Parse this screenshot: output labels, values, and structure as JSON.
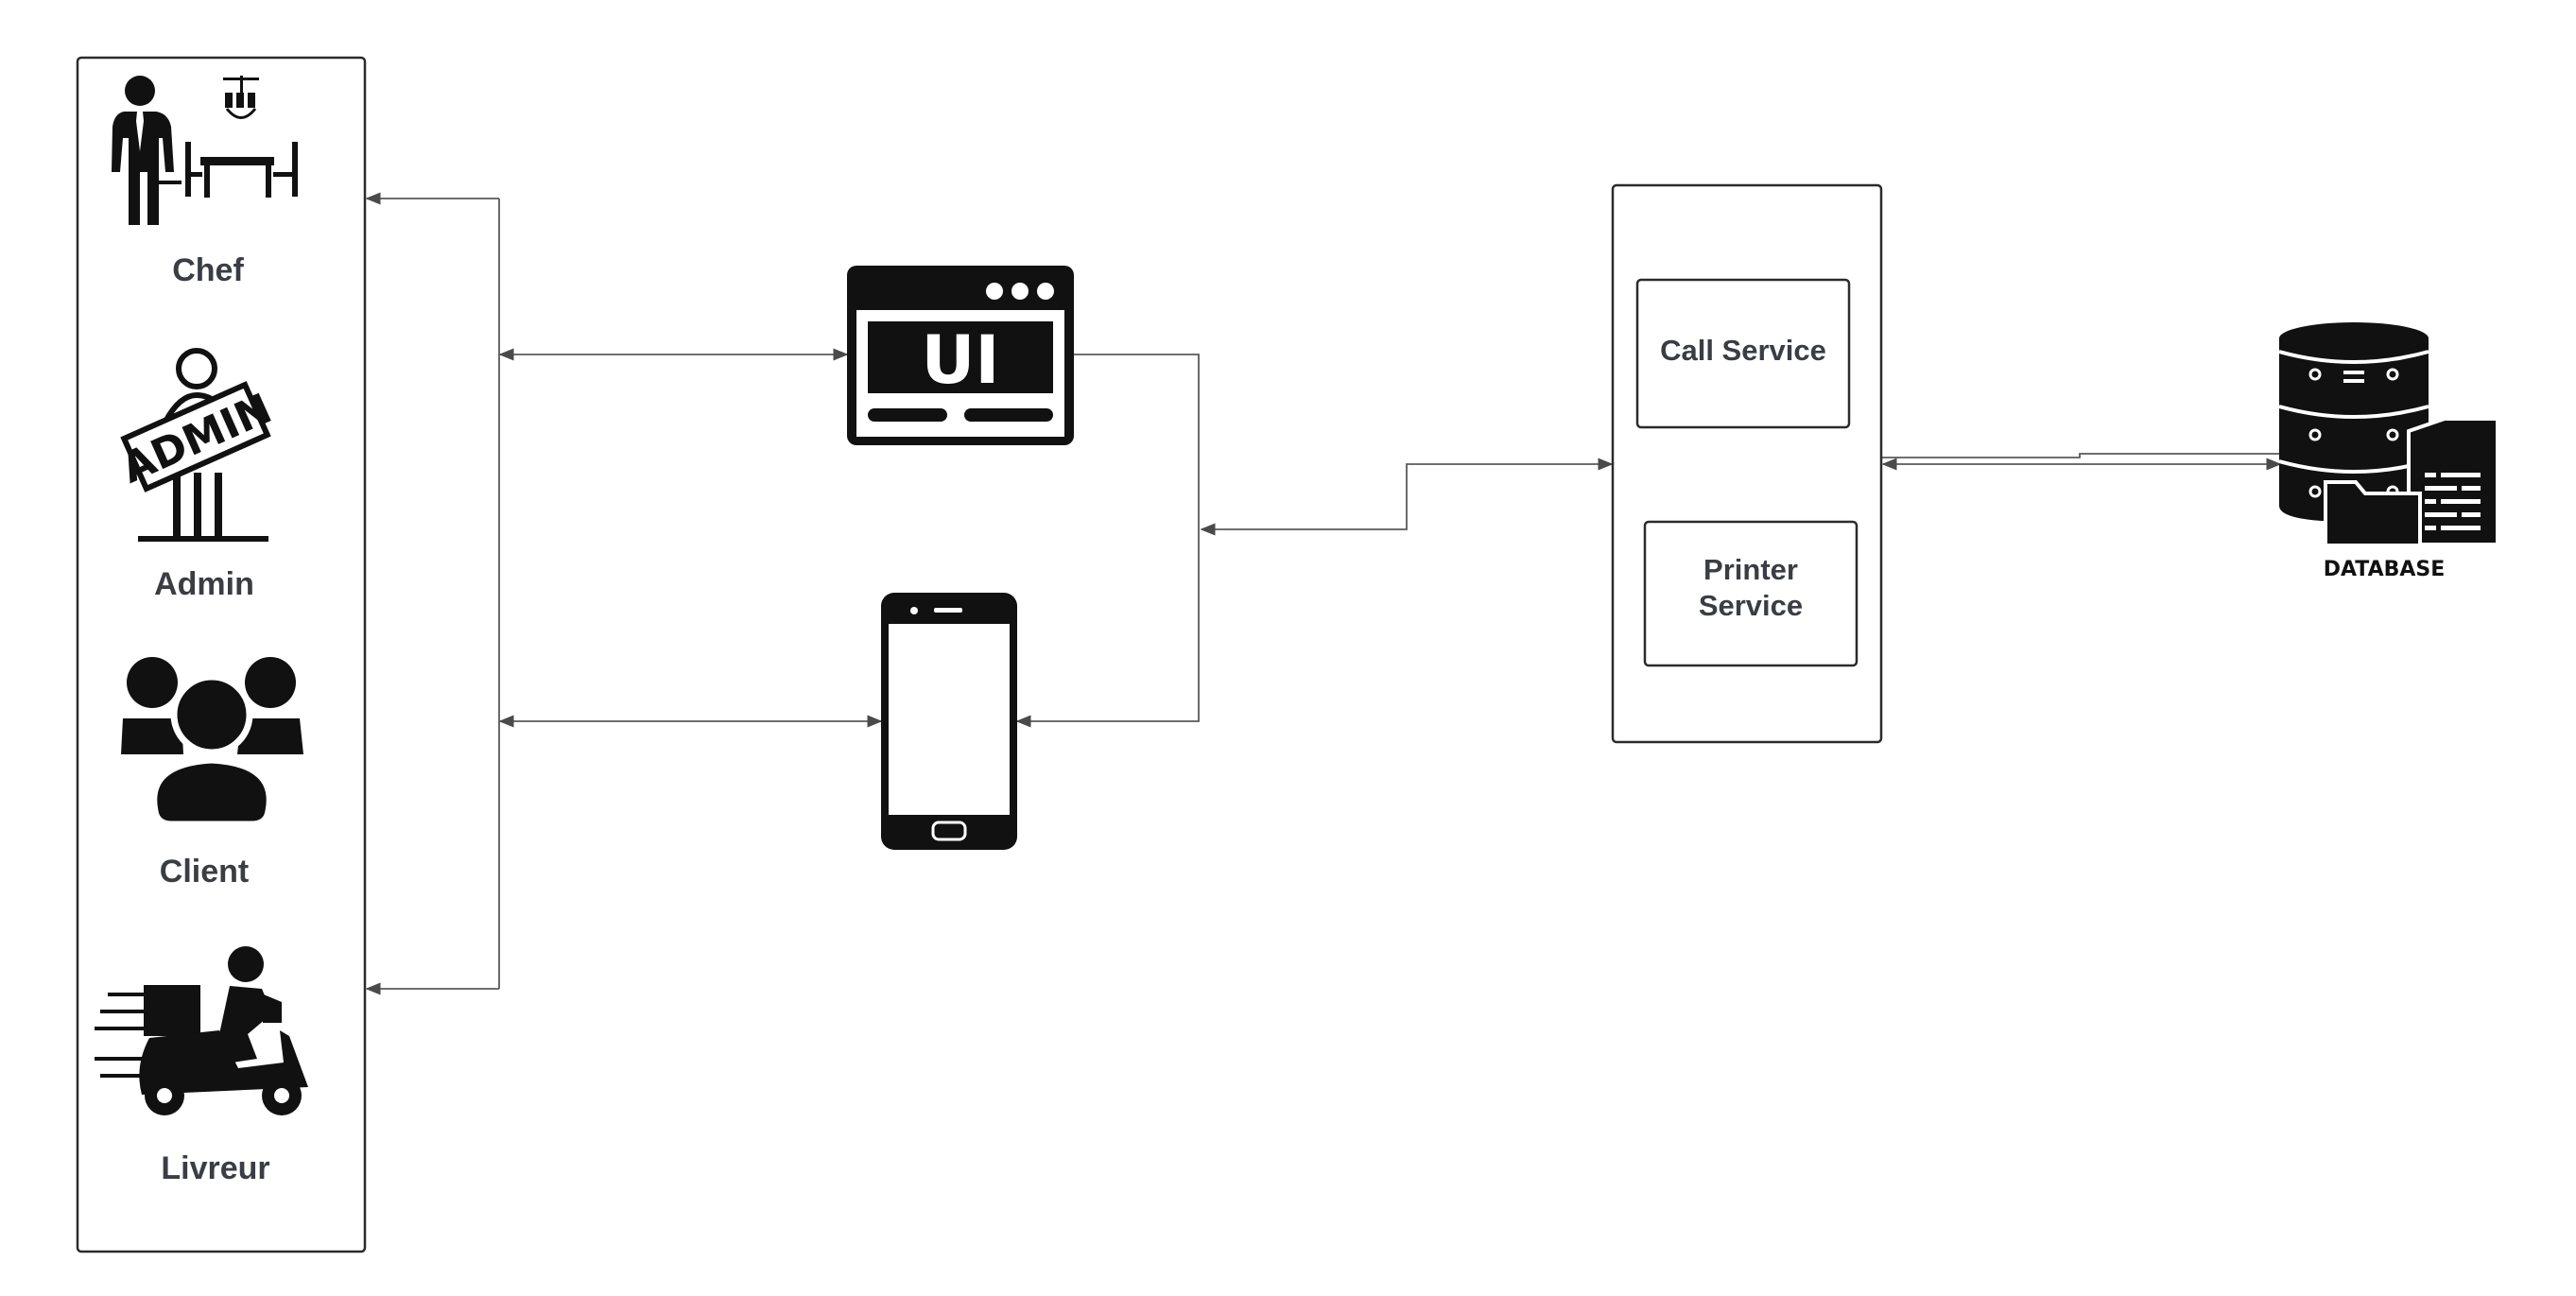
{
  "actors": {
    "chef": "Chef",
    "admin": "Admin",
    "client": "Client",
    "livreur": "Livreur"
  },
  "frontends": {
    "web_ui_text": "UI",
    "admin_sign_text": "ADMIN"
  },
  "backend": {
    "call_service": "Call Service",
    "printer_service_line1": "Printer",
    "printer_service_line2": "Service"
  },
  "database": {
    "label": "DATABASE"
  },
  "colors": {
    "icon": "#111111",
    "label": "#3a3d44",
    "connector": "#5a5a5a",
    "box_border": "#2b2b2b"
  }
}
